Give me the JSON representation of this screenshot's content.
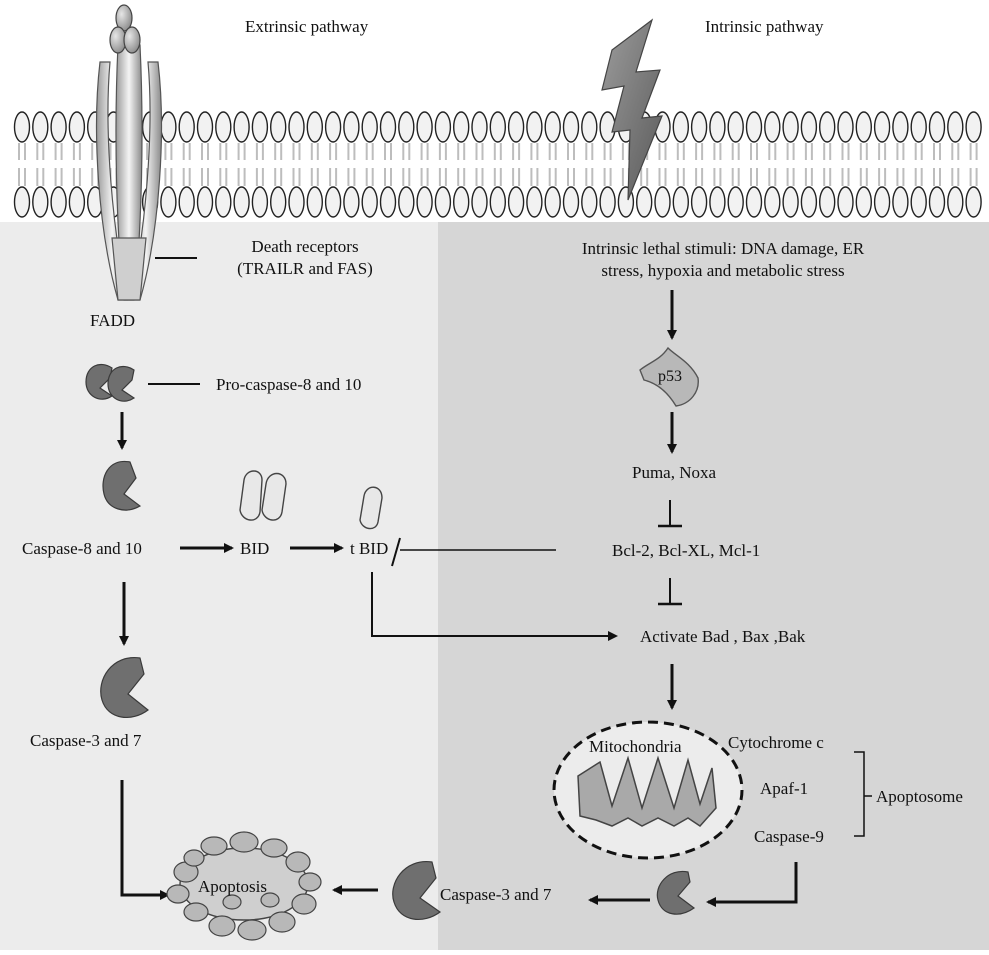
{
  "headers": {
    "extrinsic": "Extrinsic pathway",
    "intrinsic": "Intrinsic pathway"
  },
  "extrinsic": {
    "death_receptors_line1": "Death receptors",
    "death_receptors_line2": "(TRAILR and FAS)",
    "fadd": "FADD",
    "pro_caspase": "Pro-caspase-8 and 10",
    "caspase_8_10": "Caspase-8 and 10",
    "bid": "BID",
    "tbid": "t BID",
    "caspase_3_7": "Caspase-3 and 7",
    "apoptosis": "Apoptosis"
  },
  "intrinsic": {
    "stimuli_line1": "Intrinsic lethal stimuli: DNA damage, ER",
    "stimuli_line2": "stress, hypoxia and metabolic stress",
    "p53": "p53",
    "puma_noxa": "Puma, Noxa",
    "bcl2": "Bcl-2, Bcl-XL, Mcl-1",
    "activate": "Activate Bad , Bax ,Bak",
    "mitochondria": "Mitochondria",
    "cytochrome_c": "Cytochrome c",
    "apaf1": "Apaf-1",
    "caspase9": "Caspase-9",
    "apoptosome": "Apoptosome",
    "caspase_3_7": "Caspase-3 and 7"
  },
  "colors": {
    "left_panel": "#ececec",
    "right_panel": "#d6d6d6",
    "membrane_head": "#f2f2f2",
    "caspase_dark": "#6f6f6f",
    "light_shape": "#e8e8e8"
  }
}
